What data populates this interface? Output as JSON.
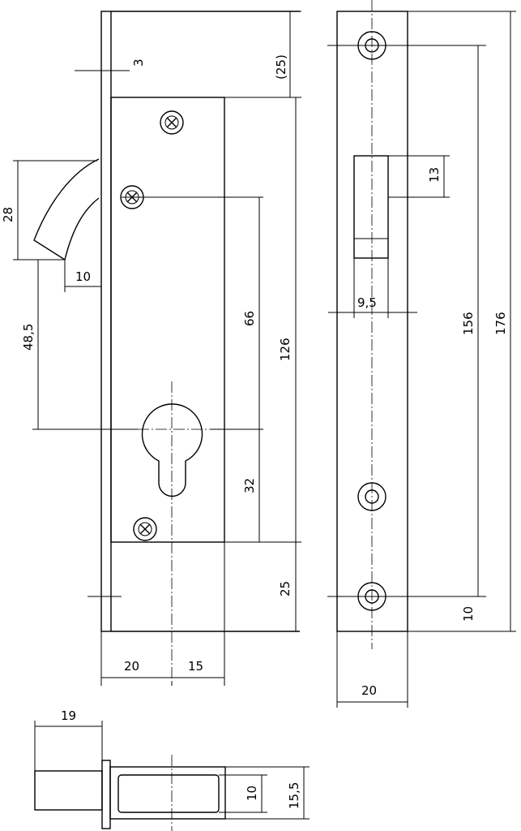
{
  "drawing": {
    "front_view": {
      "dimensions": {
        "bolt_offset": "3",
        "top": "(25)",
        "latch_height": "28",
        "latch_projection": "10",
        "latch_to_cylinder": "48,5",
        "screw_spacing": "66",
        "case_height": "126",
        "cylinder_height": "32",
        "bottom": "25",
        "backset": "20",
        "cylinder_offset": "15"
      }
    },
    "faceplate_view": {
      "dimensions": {
        "bolt_height": "13",
        "bolt_width": "9,5",
        "hole_spacing": "156",
        "total_height": "176",
        "bottom_hole": "10",
        "width": "20"
      }
    },
    "top_view": {
      "dimensions": {
        "latch_depth": "19",
        "case_inner": "10",
        "case_depth": "15,5"
      }
    }
  }
}
